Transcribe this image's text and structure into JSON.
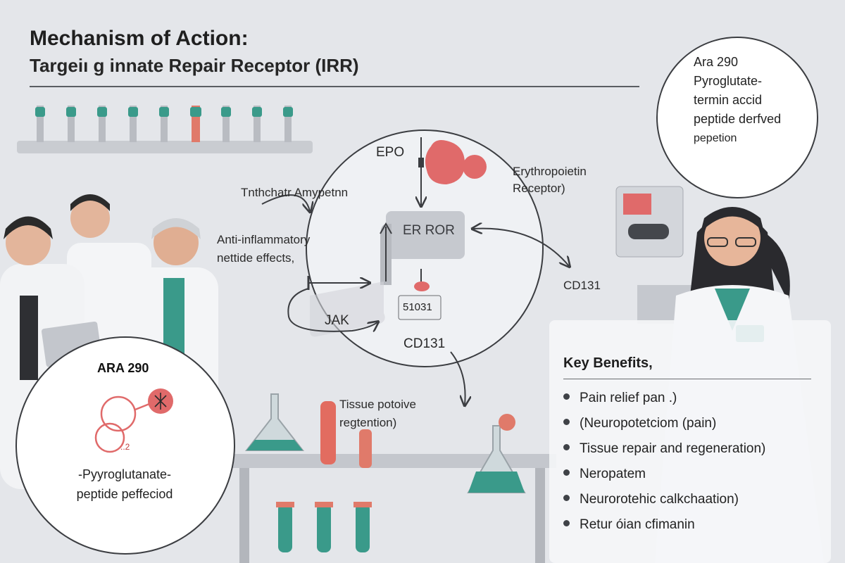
{
  "header": {
    "title_line1": "Mechanism of Action:",
    "title_line2": "Targeiı g innate Repair Receptor (IRR)"
  },
  "diagram": {
    "epo_label": "EPO",
    "receptor_label_line1": "Erythropoietin",
    "receptor_label_line2": "Receptor)",
    "complex_label": "ER ROR",
    "chip_label": "51031",
    "jak_label": "JAK",
    "cd131_inner": "CD131",
    "cd131_right": "CD131",
    "left_label_top": "Tnthchatr Amypetnn",
    "left_label_mid_line1": "Anti-inflammatory",
    "left_label_mid_line2": "nettide effects,",
    "tissue_line1": "Tissue potoive",
    "tissue_line2": "regtention)"
  },
  "note_top": {
    "lines": [
      "Ara 290",
      "Pyroglutate-",
      "termin accid",
      "peptide derfved",
      "pepetion"
    ]
  },
  "ara_card": {
    "title": "ARA 290",
    "sub_mark": "..2",
    "sub_line1": "-Pyyroglutanate-",
    "sub_line2": "peptide peffeciod"
  },
  "benefits": {
    "title": "Key Benefits,",
    "items": [
      "Pain relief pan .)",
      "(Neuropotetciom (pain)",
      "Tissue repair and regeneration)",
      "Neropatem",
      "Neurorotehic calkchaation)",
      "Retur óian cfimanin"
    ]
  },
  "colors": {
    "background": "#e4e6ea",
    "accent_red": "#e06a6a",
    "accent_teal": "#3a9a8a",
    "line": "#3b3d41"
  }
}
